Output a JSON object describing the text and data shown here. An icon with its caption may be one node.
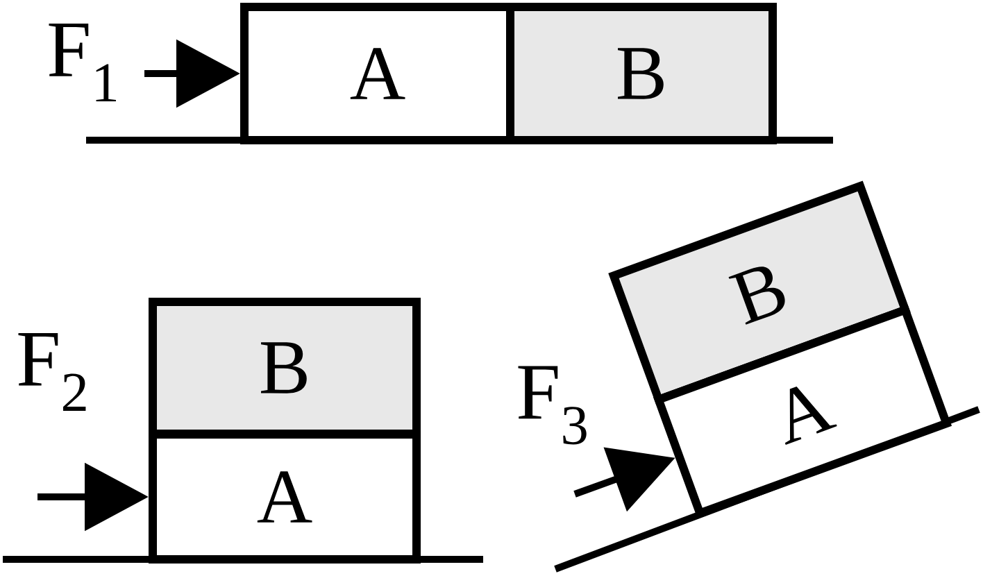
{
  "diagram": {
    "nodes": [
      {
        "text": [
          "A"
        ]
      },
      {
        "text": [
          "B"
        ]
      },
      {
        "text": [
          "B"
        ]
      },
      {
        "text": [
          "A"
        ]
      },
      {
        "text": [
          "B"
        ]
      },
      {
        "text": [
          "A"
        ]
      }
    ],
    "edges": [
      {
        "from": null,
        "to": 0,
        "arrow": "to"
      },
      {
        "from": null,
        "to": 3,
        "arrow": "to"
      },
      {
        "from": null,
        "to": 5,
        "arrow": "to"
      }
    ],
    "labels": [
      "F$_{1}$",
      "F$_{2}$",
      "F$_{3}$"
    ]
  }
}
